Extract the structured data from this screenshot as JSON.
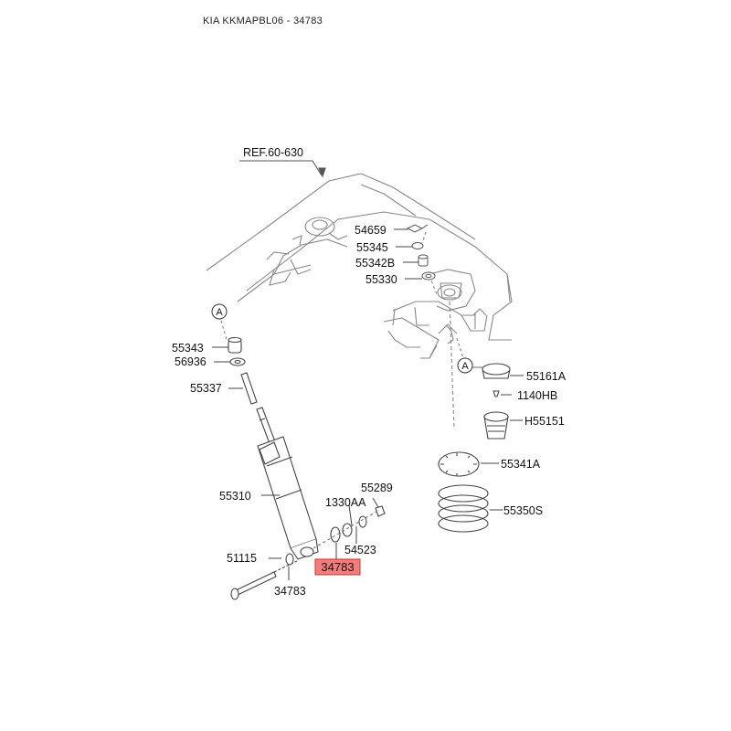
{
  "header": {
    "title": "KIA KKMAPBL06 - 34783"
  },
  "diagram": {
    "reference": "REF.60-630",
    "callouts": {
      "a1": "A",
      "a2": "A"
    },
    "highlight": {
      "part": "34783",
      "color": "#f47c7c"
    },
    "parts": {
      "p54659": "54659",
      "p55345": "55345",
      "p55342B": "55342B",
      "p55330": "55330",
      "p55343": "55343",
      "p56936": "56936",
      "p55337": "55337",
      "p55310": "55310",
      "p55289": "55289",
      "p1330AA": "1330AA",
      "p54523": "54523",
      "p51115": "51115",
      "p34783b": "34783",
      "p55161A": "55161A",
      "p1140HB": "1140HB",
      "pH55151": "H55151",
      "p55341A": "55341A",
      "p55350S": "55350S"
    }
  }
}
